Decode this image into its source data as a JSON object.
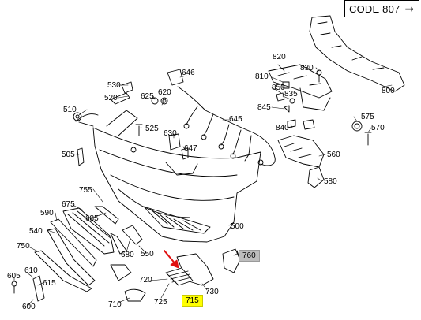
{
  "header": {
    "code_label": "CODE 807"
  },
  "colors": {
    "highlight": "#ffff00",
    "highlight_alt": "#bdbdbd",
    "pointer": "#e01010",
    "line": "#000000"
  },
  "labels": {
    "l530": "530",
    "l520": "520",
    "l510": "510",
    "l625": "625",
    "l620": "620",
    "l525": "525",
    "l505": "505",
    "l646": "646",
    "l630": "630",
    "l647": "647",
    "l645": "645",
    "l820": "820",
    "l830": "830",
    "l810": "810",
    "l850": "850",
    "l835": "835",
    "l845": "845",
    "l840": "840",
    "l800": "800",
    "l575": "575",
    "l570": "570",
    "l560": "560",
    "l580": "580",
    "l755": "755",
    "l675": "675",
    "l590": "590",
    "l685": "685",
    "l540": "540",
    "l500": "500",
    "l750": "750",
    "l680": "680",
    "l550": "550",
    "l760": "760",
    "l605": "605",
    "l610": "610",
    "l615": "615",
    "l720": "720",
    "l730": "730",
    "l710": "710",
    "l725": "725",
    "l715": "715",
    "l600": "600"
  }
}
